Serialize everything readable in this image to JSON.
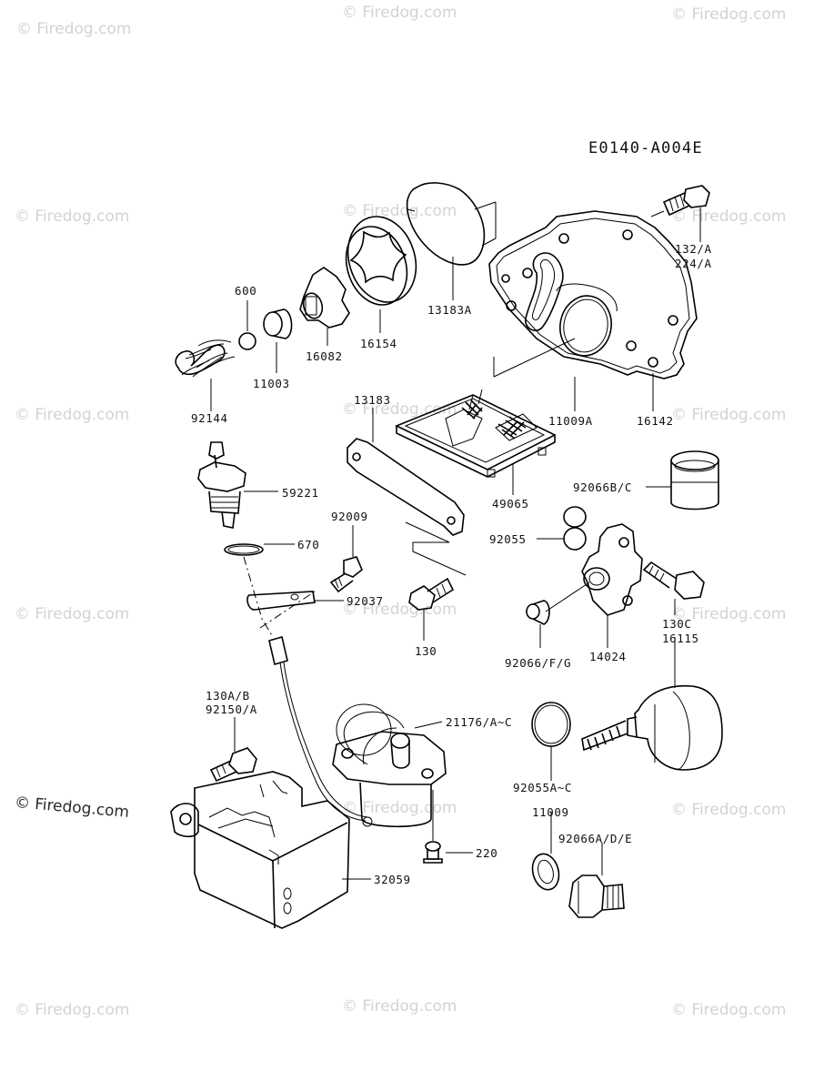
{
  "diagram_code": "E0140-A004E",
  "watermark": "© Firedog.com",
  "parts": {
    "p132": "132/A",
    "p224": "224/A",
    "p600": "600",
    "p13183A": "13183A",
    "p16154": "16154",
    "p16082": "16082",
    "p11003": "11003",
    "p92144": "92144",
    "p13183": "13183",
    "p11009A": "11009A",
    "p16142": "16142",
    "p59221": "59221",
    "p92066BC": "92066B/C",
    "p49065": "49065",
    "p92009": "92009",
    "p670": "670",
    "p92055": "92055",
    "p92037": "92037",
    "p130C": "130C",
    "p16115": "16115",
    "p130": "130",
    "p92066FG": "92066/F/G",
    "p14024": "14024",
    "p130AB": "130A/B",
    "p92150A": "92150/A",
    "p21176": "21176/A~C",
    "p92055AC": "92055A~C",
    "p11009": "11009",
    "p92066ADE": "92066A/D/E",
    "p220": "220",
    "p32059": "32059"
  }
}
